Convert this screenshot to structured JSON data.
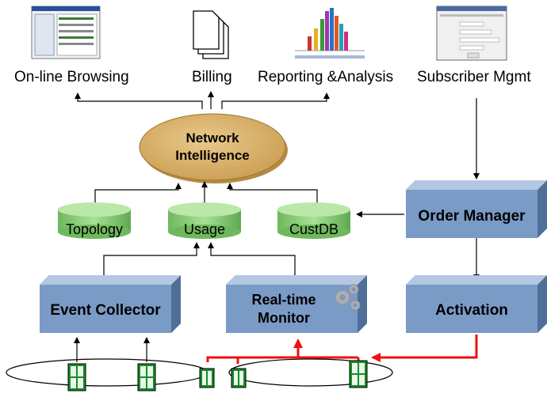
{
  "outputs": {
    "browsing": "On-line Browsing",
    "billing": "Billing",
    "reporting": "Reporting &Analysis",
    "subscriber": "Subscriber Mgmt"
  },
  "core": {
    "network_intelligence_line1": "Network",
    "network_intelligence_line2": "Intelligence"
  },
  "databases": {
    "topology": "Topology",
    "usage": "Usage",
    "custdb": "CustDB"
  },
  "boxes": {
    "order_manager": "Order Manager",
    "event_collector": "Event Collector",
    "monitor_line1": "Real-time",
    "monitor_line2": "Monitor",
    "activation": "Activation"
  },
  "colors": {
    "ellipse_fill": "#d8b169",
    "cylinder_fill": "#8ccf7a",
    "box_front": "#7a9bc6",
    "box_top": "#b3c7e2",
    "box_side": "#4f6f98",
    "network_red": "#ee1111",
    "device_green": "#1a8a2a"
  }
}
